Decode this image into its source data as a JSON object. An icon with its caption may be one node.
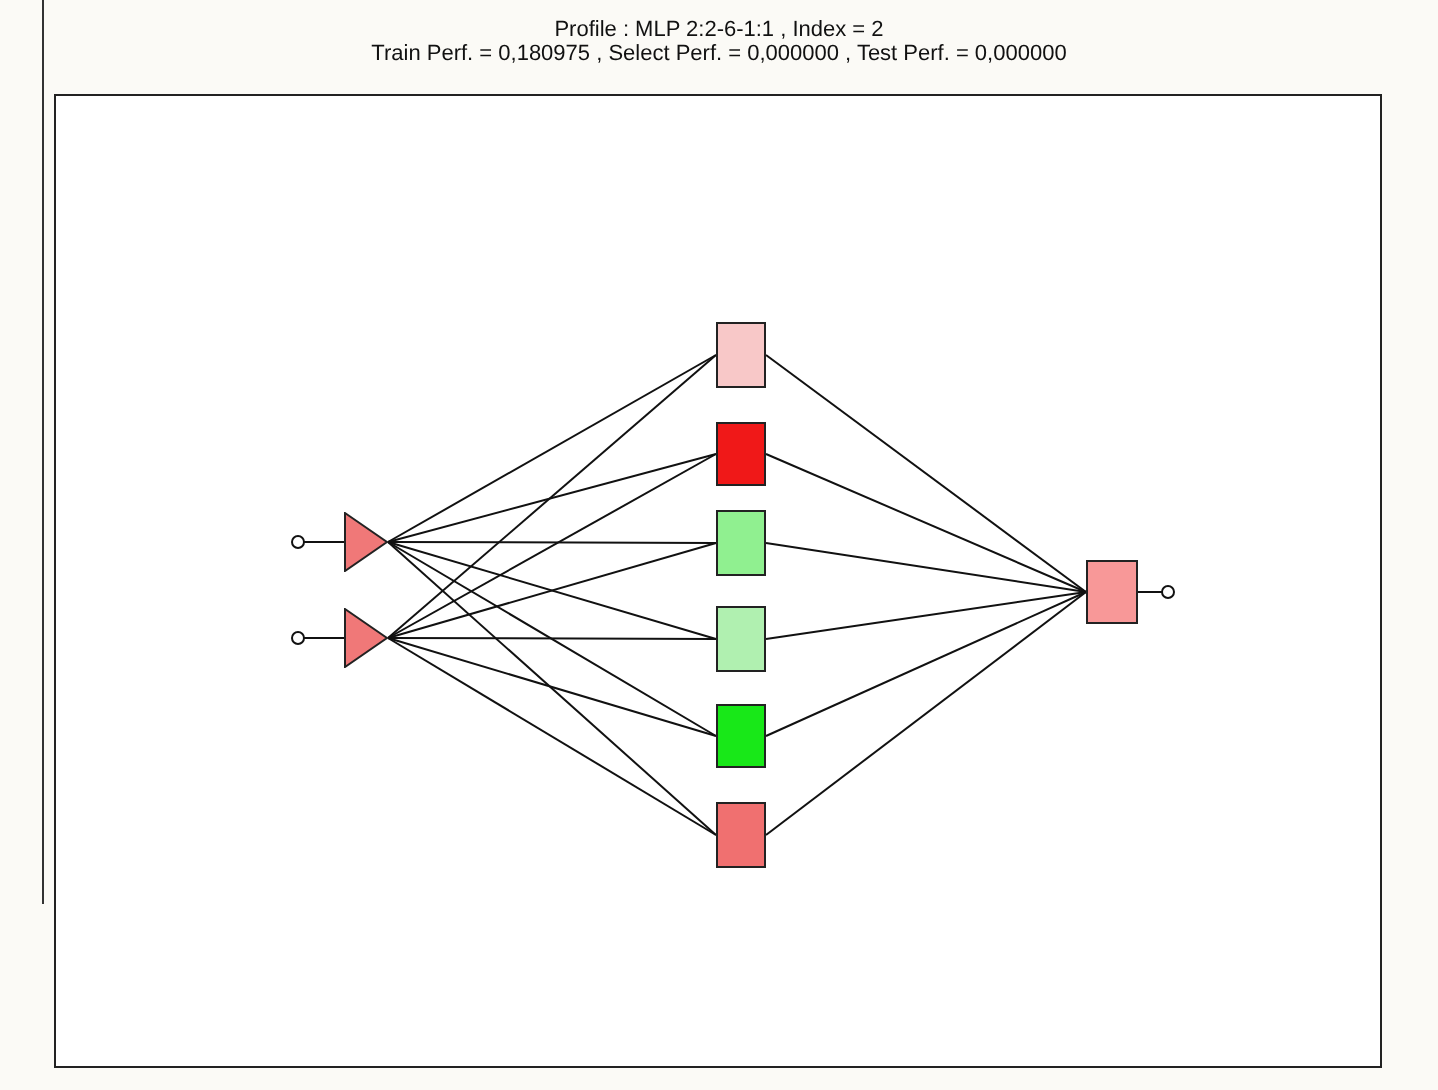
{
  "diagram": {
    "title": "Profile : MLP 2:2-6-1:1 , Index = 2",
    "labels": [
      "Train Perf. = 0,180975 , Select Perf. = 0,000000 , Test Perf. = 0,000000"
    ],
    "nodes": [
      {
        "text": [],
        "shape": "triangle"
      },
      {
        "text": [],
        "shape": "triangle"
      },
      {
        "text": [],
        "shape": "box"
      },
      {
        "text": [],
        "shape": "box"
      },
      {
        "text": [],
        "shape": "box"
      },
      {
        "text": [],
        "shape": "box"
      },
      {
        "text": [],
        "shape": "box"
      },
      {
        "text": [],
        "shape": "box"
      },
      {
        "text": [],
        "shape": "box"
      }
    ],
    "edges": [
      {
        "from": null,
        "to": 0,
        "arrow": "other"
      },
      {
        "from": null,
        "to": 1,
        "arrow": "other"
      },
      {
        "from": 0,
        "to": 2,
        "arrow": "none"
      },
      {
        "from": 0,
        "to": 3,
        "arrow": "none"
      },
      {
        "from": 0,
        "to": 4,
        "arrow": "none"
      },
      {
        "from": 0,
        "to": 5,
        "arrow": "none"
      },
      {
        "from": 0,
        "to": 6,
        "arrow": "none"
      },
      {
        "from": 0,
        "to": 7,
        "arrow": "none"
      },
      {
        "from": 1,
        "to": 2,
        "arrow": "none"
      },
      {
        "from": 1,
        "to": 3,
        "arrow": "none"
      },
      {
        "from": 1,
        "to": 4,
        "arrow": "none"
      },
      {
        "from": 1,
        "to": 5,
        "arrow": "none"
      },
      {
        "from": 1,
        "to": 6,
        "arrow": "none"
      },
      {
        "from": 1,
        "to": 7,
        "arrow": "none"
      },
      {
        "from": 2,
        "to": 8,
        "arrow": "none"
      },
      {
        "from": 3,
        "to": 8,
        "arrow": "none"
      },
      {
        "from": 4,
        "to": 8,
        "arrow": "none"
      },
      {
        "from": 5,
        "to": 8,
        "arrow": "none"
      },
      {
        "from": 6,
        "to": 8,
        "arrow": "none"
      },
      {
        "from": 7,
        "to": 8,
        "arrow": "none"
      },
      {
        "from": 8,
        "to": null,
        "arrow": "other"
      }
    ]
  }
}
